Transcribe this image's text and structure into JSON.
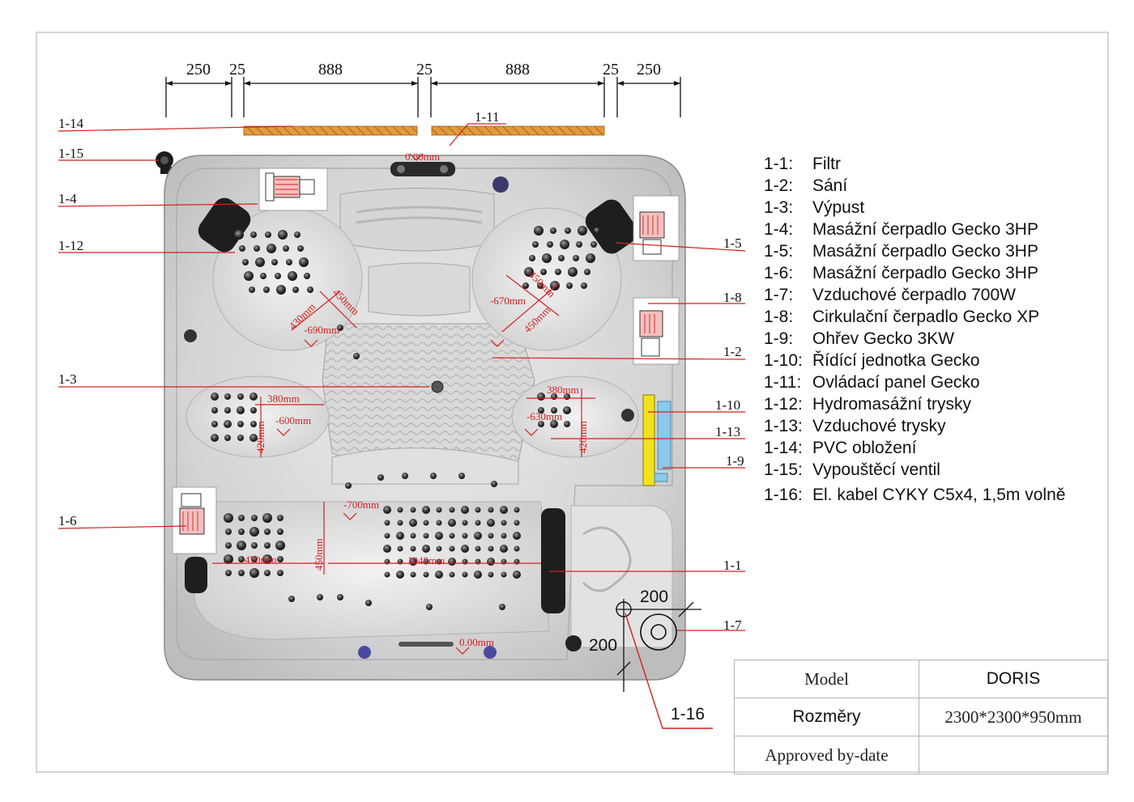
{
  "dimensions_top": [
    "250",
    "25",
    "888",
    "25",
    "888",
    "25",
    "250"
  ],
  "callouts": {
    "c1_14": "1-14",
    "c1_15": "1-15",
    "c1_4": "1-4",
    "c1_12": "1-12",
    "c1_3": "1-3",
    "c1_6": "1-6",
    "c1_11": "1-11",
    "c1_5": "1-5",
    "c1_8": "1-8",
    "c1_2": "1-2",
    "c1_10": "1-10",
    "c1_13": "1-13",
    "c1_9": "1-9",
    "c1_1": "1-1",
    "c1_7": "1-7",
    "c1_16": "1-16"
  },
  "tub_labels": {
    "top_zero": "0.00mm",
    "bottom_zero": "0.00mm",
    "seat_nw_430": "430mm",
    "seat_nw_450": "450mm",
    "seat_nw_690": "-690mm",
    "seat_ne_450a": "450mm",
    "seat_ne_450b": "450mm",
    "seat_ne_670": "-670mm",
    "seat_w_380": "380mm",
    "seat_w_420": "420mm",
    "seat_w_600": "-600mm",
    "seat_e_380": "380mm",
    "seat_e_420": "420mm",
    "seat_e_630": "-630mm",
    "lounge_700": "-700mm",
    "lounge_450": "450mm",
    "lounge_470": "470mm",
    "lounge_1040": "1040mm"
  },
  "cable": {
    "d1": "200",
    "d2": "200"
  },
  "legend": [
    {
      "code": "1-1:",
      "text": "Filtr"
    },
    {
      "code": "1-2:",
      "text": "Sání"
    },
    {
      "code": "1-3:",
      "text": "Výpust"
    },
    {
      "code": "1-4:",
      "text": "Masážní čerpadlo Gecko 3HP"
    },
    {
      "code": "1-5:",
      "text": "Masážní čerpadlo Gecko 3HP"
    },
    {
      "code": "1-6:",
      "text": "Masážní čerpadlo Gecko 3HP"
    },
    {
      "code": "1-7:",
      "text": "Vzduchové čerpadlo 700W"
    },
    {
      "code": "1-8:",
      "text": "Cirkulační čerpadlo Gecko XP"
    },
    {
      "code": "1-9:",
      "text": "Ohřev Gecko 3KW"
    },
    {
      "code": "1-10:",
      "text": "Řídící jednotka Gecko"
    },
    {
      "code": "1-11:",
      "text": "Ovládací panel Gecko"
    },
    {
      "code": "1-12:",
      "text": "Hydromasážní trysky"
    },
    {
      "code": "1-13:",
      "text": "Vzduchové trysky"
    },
    {
      "code": "1-14:",
      "text": "PVC obložení"
    },
    {
      "code": "1-15:",
      "text": "Vypouštěcí ventil"
    },
    {
      "code": "1-16:",
      "text": "El. kabel CYKY C5x4, 1,5m volně"
    }
  ],
  "table": {
    "model_label": "Model",
    "model_value": "DORIS",
    "size_label": "Rozměry",
    "size_value": "2300*2300*950mm",
    "approved_label": "Approved by-date",
    "approved_value": ""
  },
  "colors": {
    "callout_red": "#d42020",
    "pvc_orange": "#e8a040",
    "heater_blue": "#8cc8e8",
    "control_yellow": "#f2e21a",
    "tub_shell": "#d2d2d2"
  }
}
